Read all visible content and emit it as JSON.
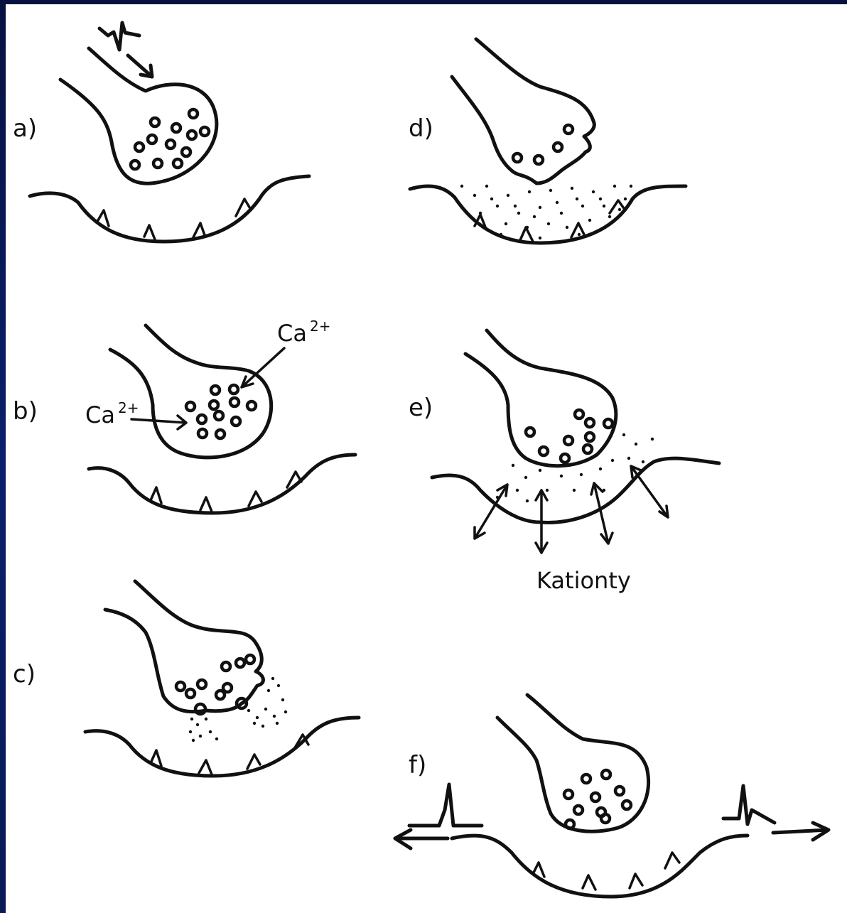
{
  "panels": {
    "a": {
      "label": "a)"
    },
    "b": {
      "label": "b)",
      "ion_label_left": "Ca",
      "ion_label_right": "Ca",
      "ion_charge": "2+"
    },
    "c": {
      "label": "c)"
    },
    "d": {
      "label": "d)"
    },
    "e": {
      "label": "e)",
      "cation_label": "Kationty"
    },
    "f": {
      "label": "f)"
    }
  },
  "colors": {
    "frame": "#0b1f6b",
    "background": "#ffffff",
    "ink": "#111111"
  }
}
